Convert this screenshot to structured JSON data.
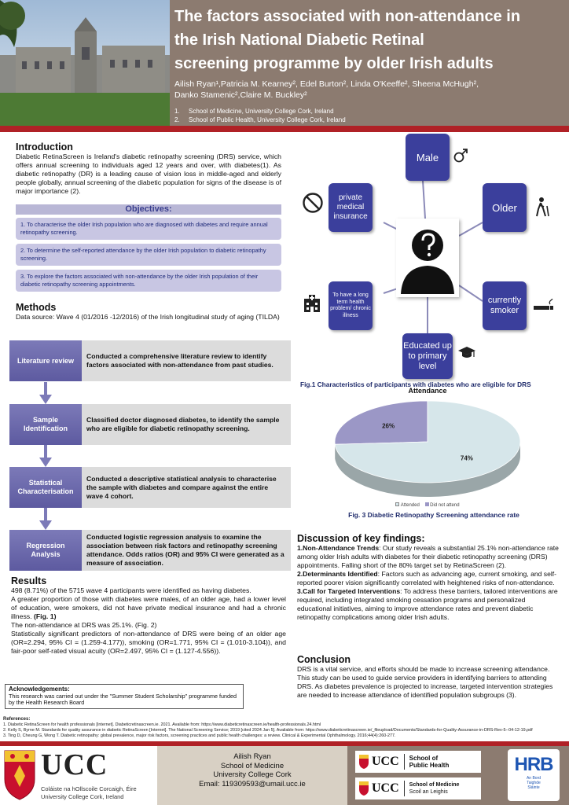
{
  "header": {
    "title_lines": [
      "The factors associated with non-attendance in",
      "the Irish National Diabetic Retinal",
      "screening programme by older Irish adults"
    ],
    "authors_line1": "Ailish Ryan¹,Patricia M. Kearney², Edel Burton², Linda O'Keeffe², Sheena McHugh²,",
    "authors_line2": "Danko Stamenic²,Claire M. Buckley²",
    "affiliations": [
      {
        "num": "1.",
        "text": "School of Medicine, University College Cork, Ireland"
      },
      {
        "num": "2.",
        "text": "School of Public Health, University College Cork, Ireland"
      }
    ]
  },
  "introduction": {
    "heading": "Introduction",
    "text": "Diabetic RetinaScreen is Ireland's diabetic retinopathy screening (DRS) service, which offers annual screening to  individuals aged 12 years and over, with diabetes(1). As diabetic retinopathy (DR) is a leading cause of vision loss in middle-aged and elderly people globally, annual screening of the diabetic population for signs of the disease is of major importance (2)."
  },
  "objectives": {
    "heading": "Objectives:",
    "items": [
      "1. To characterise the older Irish population who are diagnosed with diabetes and require annual retinopathy screening.",
      "2. To determine the self-reported attendance by the older Irish population to diabetic retinopathy screening.",
      "3. To explore the factors associated with non-attendance by the older Irish population of their diabetic retinopathy screening appointments."
    ]
  },
  "methods": {
    "heading": "Methods",
    "source": "Data source: Wave 4 (01/2016 -12/2016) of the Irish longitudinal study of aging (TILDA)",
    "steps": [
      {
        "label": "Literature review",
        "text": "Conducted a comprehensive literature review to identify factors associated with non-attendance from past studies."
      },
      {
        "label": "Sample Identification",
        "text": "Classified doctor diagnosed diabetes, to identify the sample who are eligible for diabetic retinopathy screening."
      },
      {
        "label": "Statistical Characterisation",
        "text": "Conducted a descriptive statistical analysis to characterise the sample with diabetes and compare against the entire wave 4 cohort."
      },
      {
        "label": "Regression Analysis",
        "text": "Conducted logistic regression analysis to examine the association between risk factors and retinopathy screening attendance. Odds ratios (OR) and 95% CI were generated as a measure of association."
      }
    ]
  },
  "results": {
    "heading": "Results",
    "p1": "498 (8.71%) of the 5715 wave 4 participants were identified as having diabetes.",
    "p2": "A greater proportion of those with diabetes were males, of an older age, had a lower level of education, were smokers, did not have private medical insurance and had a chronic illness.",
    "p2_ref": "(Fig. 1)",
    "p3": "The non-attendance at DRS was 25.1%. (Fig. 2)",
    "p4": "Statistically significant predictors of non-attendance of DRS were being of an older age (OR=2.294, 95% CI = (1.259-4.177)), smoking (OR=1.771, 95% CI = (1.010-3.104)), and fair-poor self-rated visual acuity (OR=2.497, 95% CI = (1.127-4.556))."
  },
  "acknowledgements": {
    "heading": "Acknowledgements:",
    "text": "This research was carried out under the \"Summer Student Scholarship\" programme funded by the Health Research Board"
  },
  "figure1": {
    "nodes": {
      "male": "Male",
      "insurance": "private medical insurance",
      "older": "Older",
      "illness": "To have a long term health problem/ chronic illness",
      "smoker": "currently smoker",
      "education": "Educated up to primary level"
    },
    "caption": "Fig.1 Characteristics of participants with diabetes who are eligible for DRS"
  },
  "chart_data": {
    "type": "pie",
    "title": "Attendance",
    "labels": [
      "Attended",
      "Did not attend"
    ],
    "values": [
      74,
      26
    ],
    "data_labels": [
      "74%",
      "26%"
    ],
    "colors": [
      "#d6e6ea",
      "#9b97c6"
    ],
    "legend_placement": "bottom",
    "caption": "Fig. 3 Diabetic Retinopathy Screening attendance rate"
  },
  "discussion": {
    "heading": "Discussion of key findings:",
    "items": [
      {
        "title": "1.Non-Attendance Trends",
        "text": ": Our study reveals a substantial 25.1% non-attendance rate among older Irish adults with diabetes for their diabetic retinopathy screening (DRS) appointments. Falling short of the 80% target set by RetinaScreen (2)."
      },
      {
        "title": "2.Determinants Identified",
        "text": ": Factors such as advancing age, current smoking, and self-reported poorer vision significantly correlated with heightened risks of non-attendance."
      },
      {
        "title": "3.Call for Targeted Interventions",
        "text": ": To address these barriers, tailored interventions are required, including integrated smoking cessation programs and personalized educational initiatives, aiming to improve attendance rates and prevent diabetic retinopathy complications among older Irish adults."
      }
    ]
  },
  "conclusion": {
    "heading": "Conclusion",
    "text": "DRS is a vital service, and efforts should be made to increase screening attendance. This study can be used to guide service providers in identifying barriers to attending DRS. As diabetes prevalence is projected to increase, targeted intervention strategies are needed to increase attendance of identified population subgroups (3)."
  },
  "references": {
    "heading": "References:",
    "items": [
      "1. Diabetic RetinaScreen for health professionals [Internet]. Diabeticretinascreen.ie. 2021. Available from: https://www.diabeticretinascreen.ie/health-professionals.24.html",
      "2. Kelly S, Byrne M. Standards for quality assurance in diabetic RetinaScreen [Internet]. The National Screening Service; 2019 [cited 2024 Jan 5]. Available from: https://www.diabeticretinascreen.ie/_fileupload/Documents/Standards-for-Quality-Assurance-in-DRS-Rev-5--04-12-19.pdf",
      "3. Ting D, Cheung G, Wong T. Diabetic retinopathy: global prevalence, major risk factors, screening practices and public health challenges: a review. Clinical & Experimental Ophthalmology. 2016;44(4):260-277."
    ]
  },
  "footer": {
    "ucc_logo": "UCC",
    "ucc_irish": "Coláiste na hOllscoile Corcaigh, Éire",
    "ucc_english": "University College Cork, Ireland",
    "contact": [
      "Ailish Ryan",
      "School of Medicine",
      "University College Cork",
      "Email: 119309593@umail.ucc.ie"
    ],
    "school_public_health": [
      "School of",
      "Public Health"
    ],
    "school_medicine": [
      "School of Medicine",
      "Scoil an Leighis"
    ],
    "small_ucc": "UCC",
    "hrb": "HRB",
    "hrb_irish": [
      "An Bord",
      "Taighde",
      "Sláinte"
    ]
  }
}
